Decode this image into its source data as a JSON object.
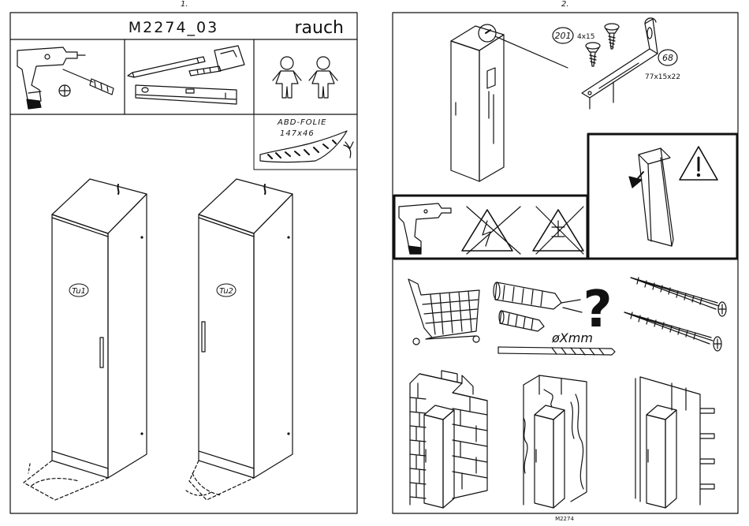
{
  "page1": {
    "number": "1.",
    "model": "M2274_03",
    "brand": "rauch",
    "foil_label_line1": "ABD-FOLIE",
    "foil_label_line2": "147x46",
    "door_labels": [
      "Tu1",
      "Tu2"
    ]
  },
  "page2": {
    "number": "2.",
    "screw_code": "201",
    "screw_size": "4x15",
    "bracket_code": "68",
    "bracket_size": "77x15x22",
    "drill_diameter": "øXmm",
    "question_mark": "?",
    "footer_code": "M2274"
  },
  "icons": [
    "drill-icon",
    "screwdriver-icon",
    "pencil-icon",
    "tape-measure-icon",
    "spirit-level-icon",
    "two-persons-icon",
    "warning-triangle-icon",
    "no-electric-wire-icon",
    "no-water-pipe-icon",
    "shopping-cart-icon",
    "wall-plug-icon",
    "wood-screw-icon",
    "drill-bit-icon"
  ]
}
